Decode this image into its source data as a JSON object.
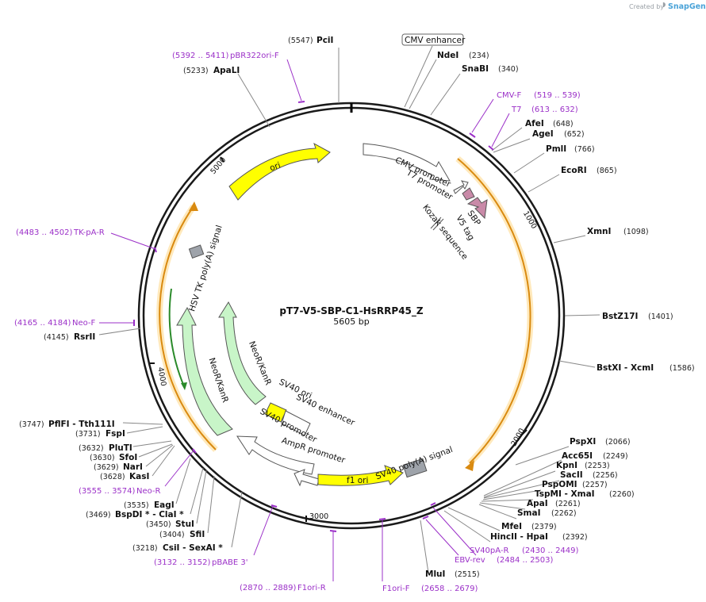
{
  "plasmid": {
    "name": "pT7-V5-SBP-C1-HsRRP45_Z",
    "length_label": "5605 bp"
  },
  "watermark": {
    "prefix": "Created by",
    "brand": "SnapGene"
  },
  "ticks": [
    "1000",
    "2000",
    "3000",
    "4000",
    "5000"
  ],
  "sites": [
    {
      "name": "PciI",
      "pos": "(5547)"
    },
    {
      "name": "NdeI",
      "pos": "(234)"
    },
    {
      "name": "SnaBI",
      "pos": "(340)"
    },
    {
      "name": "AfeI",
      "pos": "(648)"
    },
    {
      "name": "AgeI",
      "pos": "(652)"
    },
    {
      "name": "PmlI",
      "pos": "(766)"
    },
    {
      "name": "EcoRI",
      "pos": "(865)"
    },
    {
      "name": "XmnI",
      "pos": "(1098)"
    },
    {
      "name": "BstZ17I",
      "pos": "(1401)"
    },
    {
      "name": "BstXI  - XcmI",
      "pos": "(1586)"
    },
    {
      "name": "PspXI",
      "pos": "(2066)"
    },
    {
      "name": "Acc65I",
      "pos": "(2249)"
    },
    {
      "name": "KpnI",
      "pos": "(2253)"
    },
    {
      "name": "SacII",
      "pos": "(2256)"
    },
    {
      "name": "PspOMI",
      "pos": "(2257)"
    },
    {
      "name": "TspMI  - XmaI",
      "pos": "(2260)"
    },
    {
      "name": "ApaI",
      "pos": "(2261)"
    },
    {
      "name": "SmaI",
      "pos": "(2262)"
    },
    {
      "name": "MfeI",
      "pos": "(2379)"
    },
    {
      "name": "HincII  - HpaI",
      "pos": "(2392)"
    },
    {
      "name": "MluI",
      "pos": "(2515)"
    },
    {
      "name": "ApaLI",
      "pos": "(5233)"
    },
    {
      "name": "RsrII",
      "pos": "(4145)"
    },
    {
      "name": "PflFI  - Tth111I",
      "pos": "(3747)"
    },
    {
      "name": "FspI",
      "pos": "(3731)"
    },
    {
      "name": "PluTI",
      "pos": "(3632)"
    },
    {
      "name": "SfoI",
      "pos": "(3630)"
    },
    {
      "name": "NarI",
      "pos": "(3629)"
    },
    {
      "name": "KasI",
      "pos": "(3628)"
    },
    {
      "name": "EagI",
      "pos": "(3535)"
    },
    {
      "name": "BspDI *  - ClaI *",
      "pos": "(3469)"
    },
    {
      "name": "StuI",
      "pos": "(3450)"
    },
    {
      "name": "SfiI",
      "pos": "(3404)"
    },
    {
      "name": "CsiI  - SexAI *",
      "pos": "(3218)"
    }
  ],
  "primers": [
    {
      "name": "pBR322ori-F",
      "range": "(5392 .. 5411)"
    },
    {
      "name": "CMV-F",
      "range": "(519 .. 539)"
    },
    {
      "name": "T7",
      "range": "(613 .. 632)"
    },
    {
      "name": "TK-pA-R",
      "range": "(4483 .. 4502)"
    },
    {
      "name": "Neo-F",
      "range": "(4165 .. 4184)"
    },
    {
      "name": "Neo-R",
      "range": "(3555 .. 3574)"
    },
    {
      "name": "pBABE 3'",
      "range": "(3132 .. 3152)"
    },
    {
      "name": "F1ori-R",
      "range": "(2870 .. 2889)"
    },
    {
      "name": "F1ori-F",
      "range": "(2658 .. 2679)"
    },
    {
      "name": "EBV-rev",
      "range": "(2484 .. 2503)"
    },
    {
      "name": "SV40pA-R",
      "range": "(2430 .. 2449)"
    }
  ],
  "features": {
    "cmv_enhancer": "CMV enhancer",
    "cmv_promoter": "CMV promoter",
    "t7_promoter": "T7 promoter",
    "sbp": "SBP",
    "v5_tag": "V5 tag",
    "kozak": "Kozak sequence",
    "ori": "ori",
    "hsv_tk": "HSV TK poly(A) signal",
    "neor_outer": "NeoR/KanR",
    "neor_inner": "NeoR/KanR",
    "sv40_ori": "SV40 ori",
    "sv40_enh": "SV40 enhancer",
    "sv40_prom": "SV40 promoter",
    "ampr_prom": "AmpR promoter",
    "f1_ori": "f1 ori",
    "sv40_polya": "SV40 poly(A) signal"
  },
  "colors": {
    "backbone": "#1a1a1a",
    "primer": "#9b30c8",
    "ori_fill": "#ffff00",
    "neo_fill": "#c8f5c8",
    "orf_orange": "#f0a020",
    "tag_fill": "#c98aa8",
    "polya_fill": "#9ea3aa"
  }
}
